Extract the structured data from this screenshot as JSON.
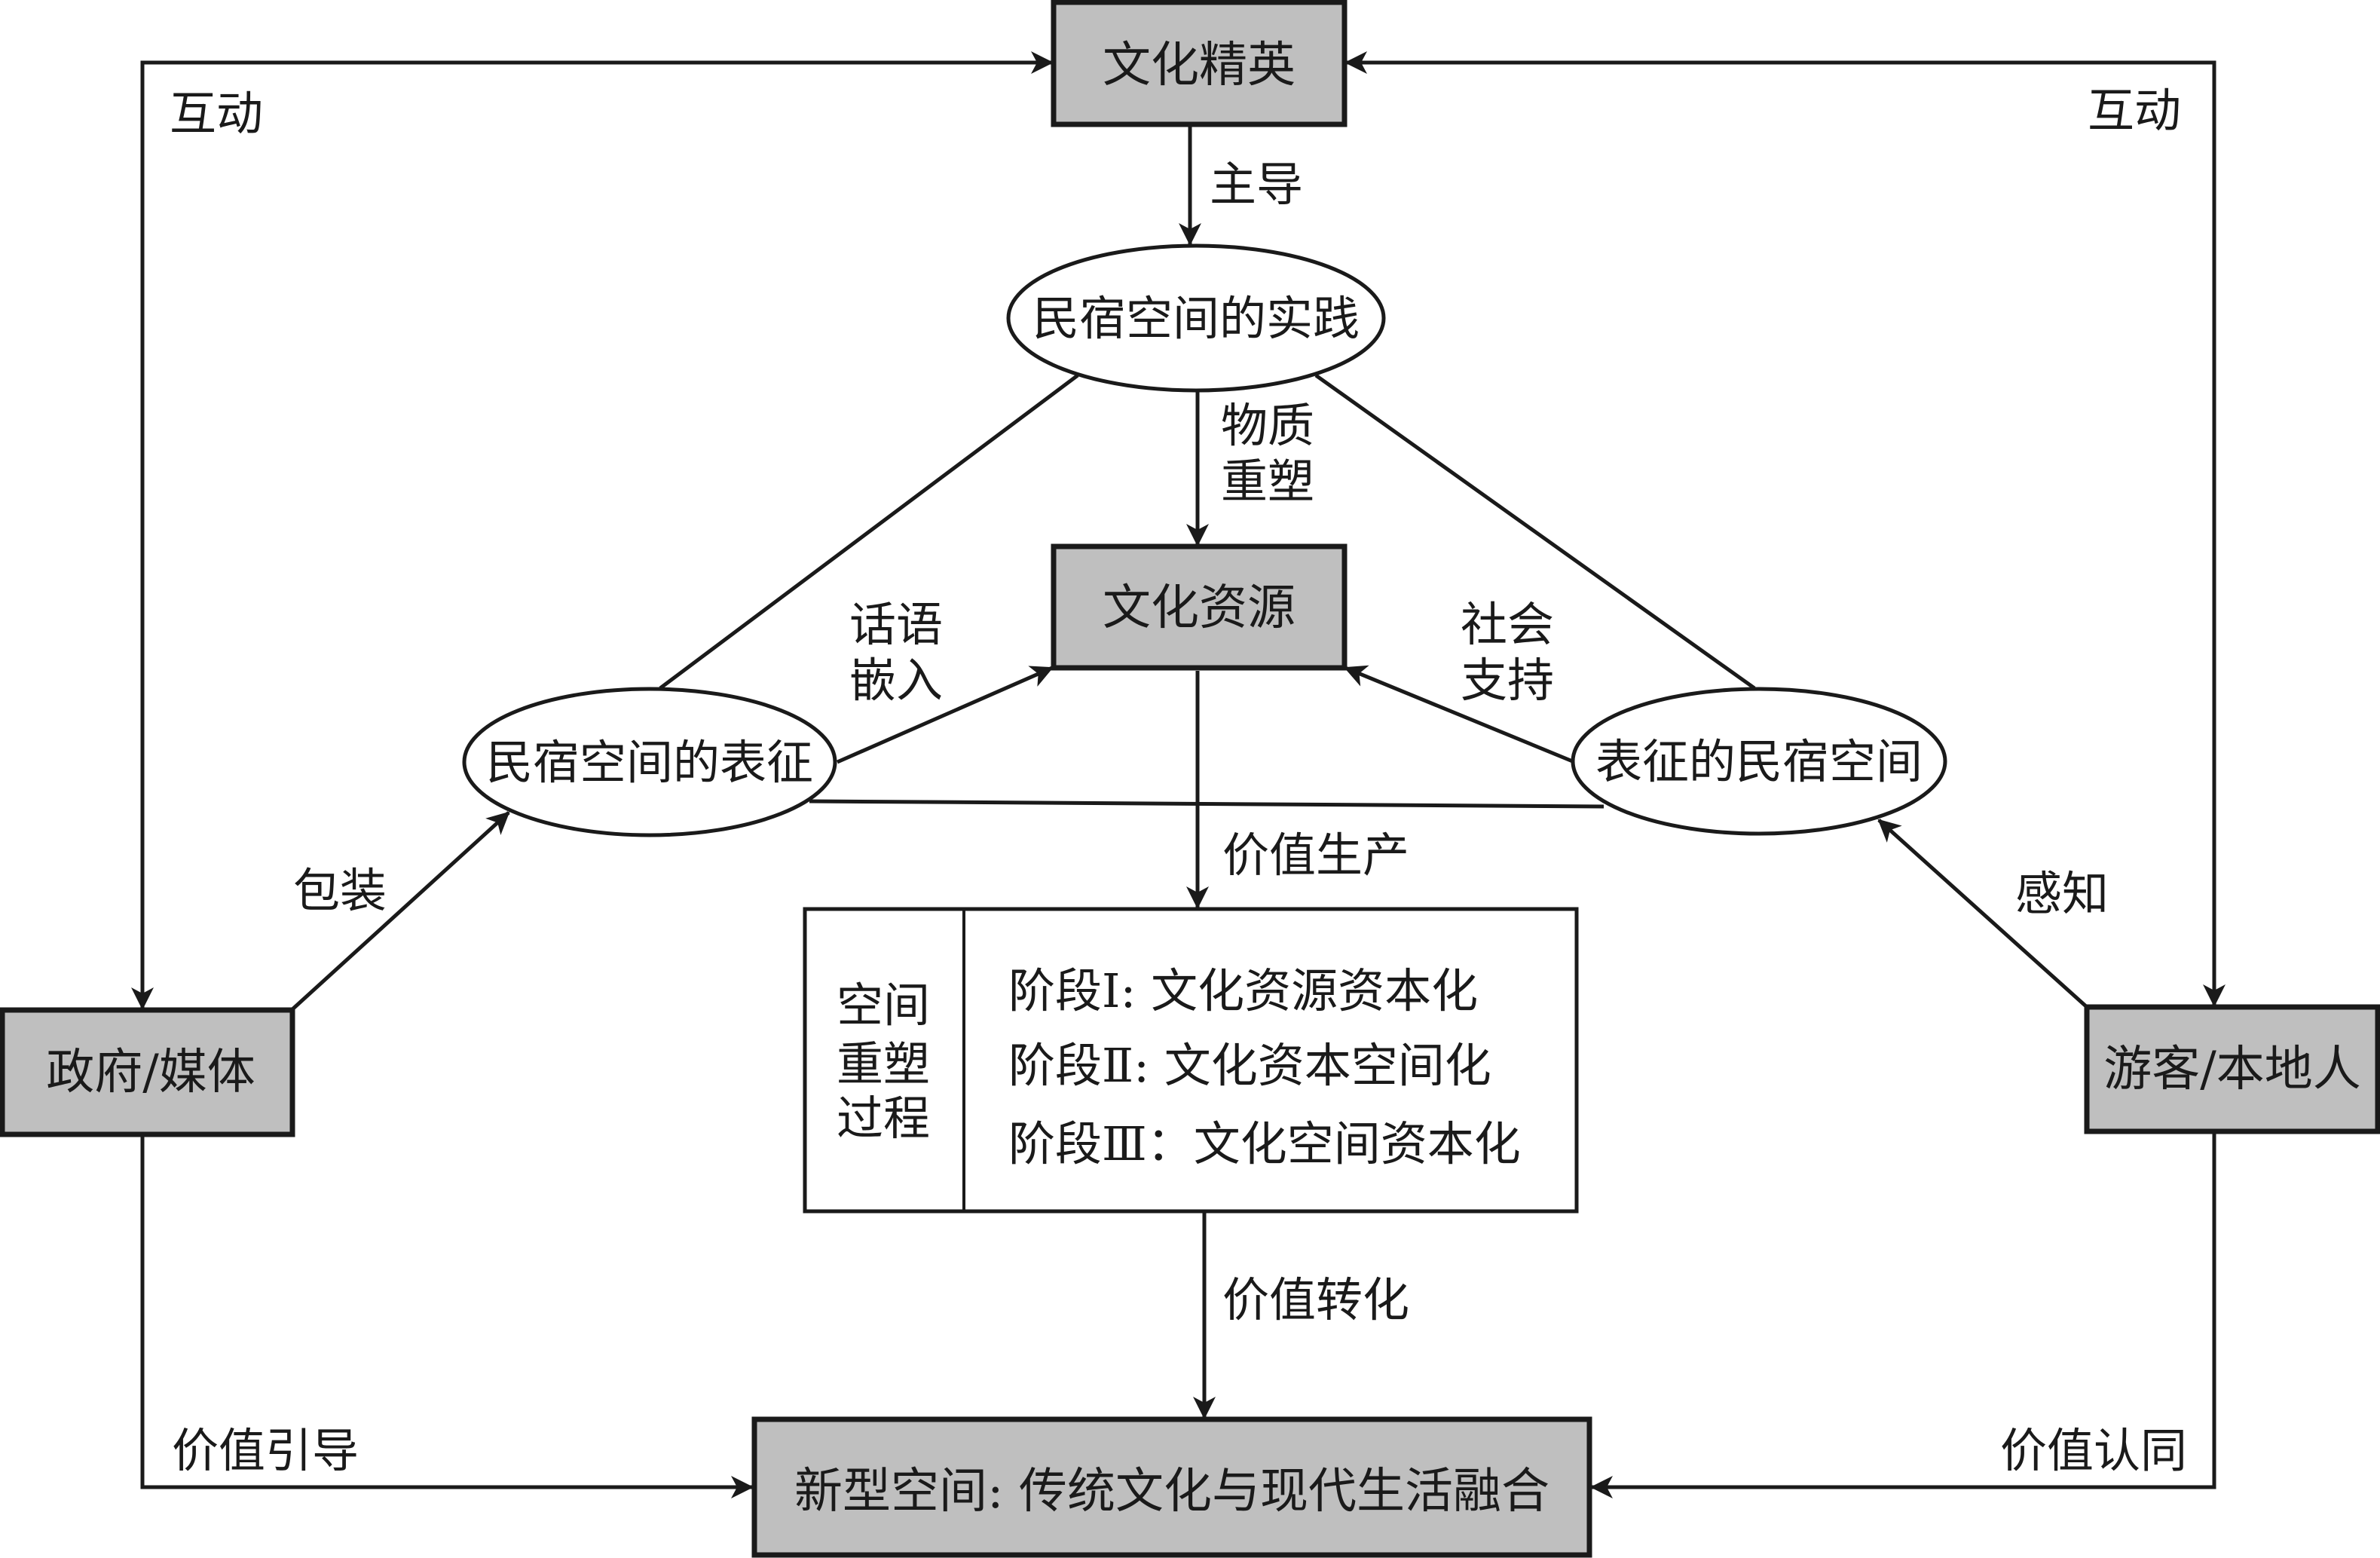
{
  "diagram": {
    "colors": {
      "box_fill": "#bfbfbf",
      "stroke": "#1a1a1a",
      "background": "#ffffff"
    },
    "nodes": {
      "cultural_elite": "文化精英",
      "practice_ellipse": "民宿空间的实践",
      "cultural_resources": "文化资源",
      "representation_ellipse": "民宿空间的表征",
      "represented_space_ellipse": "表征的民宿空间",
      "government_media": "政府/媒体",
      "tourists_locals": "游客/本地人",
      "new_space": "新型空间: 传统文化与现代生活融合"
    },
    "process_box": {
      "title_lines": [
        "空间",
        "重塑",
        "过程"
      ],
      "stages": [
        "阶段Ⅰ: 文化资源资本化",
        "阶段Ⅱ: 文化资本空间化",
        "阶段Ⅲ：文化空间资本化"
      ]
    },
    "edge_labels": {
      "interaction_left": "互动",
      "interaction_right": "互动",
      "lead": "主导",
      "material_reshape": [
        "物质",
        "重塑"
      ],
      "discourse_embed": [
        "话语",
        "嵌入"
      ],
      "social_support": [
        "社会",
        "支持"
      ],
      "value_production": "价值生产",
      "packaging": "包装",
      "perception": "感知",
      "value_transformation": "价值转化",
      "value_guidance": "价值引导",
      "value_recognition": "价值认同"
    }
  }
}
